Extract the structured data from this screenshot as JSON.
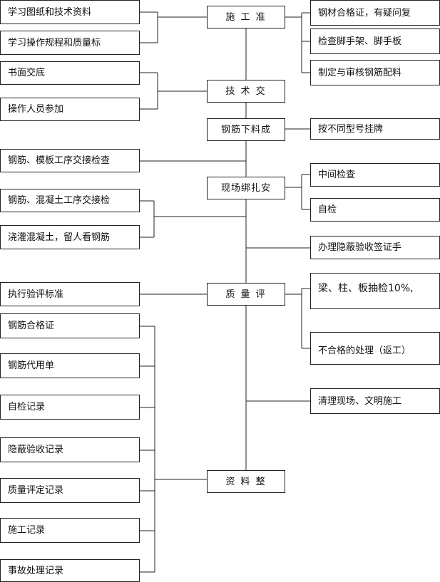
{
  "left_top": [
    "学习图纸和技术资料",
    "学习操作规程和质量标",
    "书面交底",
    "操作人员参加",
    "钢筋、模板工序交接检查",
    "钢筋、混凝土工序交接检",
    "浇灌混凝土，留人看钢筋",
    "执行验评标准"
  ],
  "center": [
    "施 工 准",
    "技 术 交",
    "钢筋下料成",
    "现场绑扎安",
    "质 量 评",
    "资 料 整"
  ],
  "right": [
    "钢材合格证，有疑问复",
    "检查脚手架、脚手板",
    "制定与审核钢筋配料",
    "按不同型号挂牌",
    "中间检查",
    "自检",
    "办理隐蔽验收签证手",
    "梁、柱、板抽检10%,",
    "不合格的处理（返工）",
    "清理现场、文明施工"
  ],
  "records": [
    "钢筋合格证",
    "钢筋代用单",
    "自检记录",
    "隐蔽验收记录",
    "质量评定记录",
    "施工记录",
    "事故处理记录"
  ]
}
